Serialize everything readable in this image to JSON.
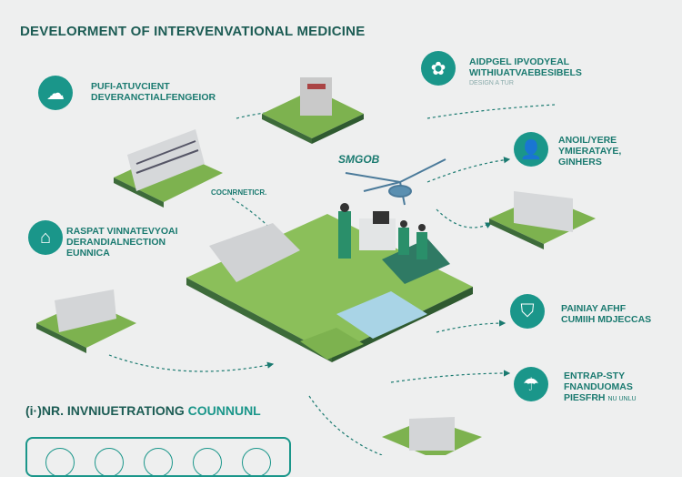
{
  "title": "DEVELORMENT OF INTERVENVATIONAL MEDICINE",
  "callouts": [
    {
      "icon": "cloud-device-icon",
      "lines": [
        "PUFI-ATUVCIENT",
        "DEVERANCTIALFENGEIOR"
      ]
    },
    {
      "icon": "organ-icon",
      "lines": [
        "AIDPGEL IPVODYEAL",
        "WITHIUATVAEBESIBELS"
      ],
      "sub": "DESIGN A TUR"
    },
    {
      "icon": "doctor-icon",
      "lines": [
        "ANOIL/YERE",
        "YMIERATAYE,",
        "GINHERS"
      ]
    },
    {
      "icon": "dome-icon",
      "lines": [
        "RASPAT VINNATEVYOAI",
        "DERANDIALNECTION",
        "EUNNICA"
      ]
    },
    {
      "icon": "hospital-bed-icon",
      "lines": [
        "PAINIAY AFHF",
        "CUMIIH MDJECCAS"
      ]
    },
    {
      "icon": "team-icon",
      "lines": [
        "ENTRAP-STY",
        "FNANDUOMAS",
        "PIESFRH"
      ],
      "sub": "NU UNLU"
    }
  ],
  "center_label": "SMGOB",
  "connector_label": "COCNRNETICR.",
  "bottom": {
    "title_a": "(i·)NR. INVNIUETRATIONG",
    "title_b": "COUNNUNL"
  },
  "colors": {
    "teal": "#1a968a",
    "dark": "#1c5c54",
    "grass": "#7db24f",
    "bg": "#eeefef"
  }
}
